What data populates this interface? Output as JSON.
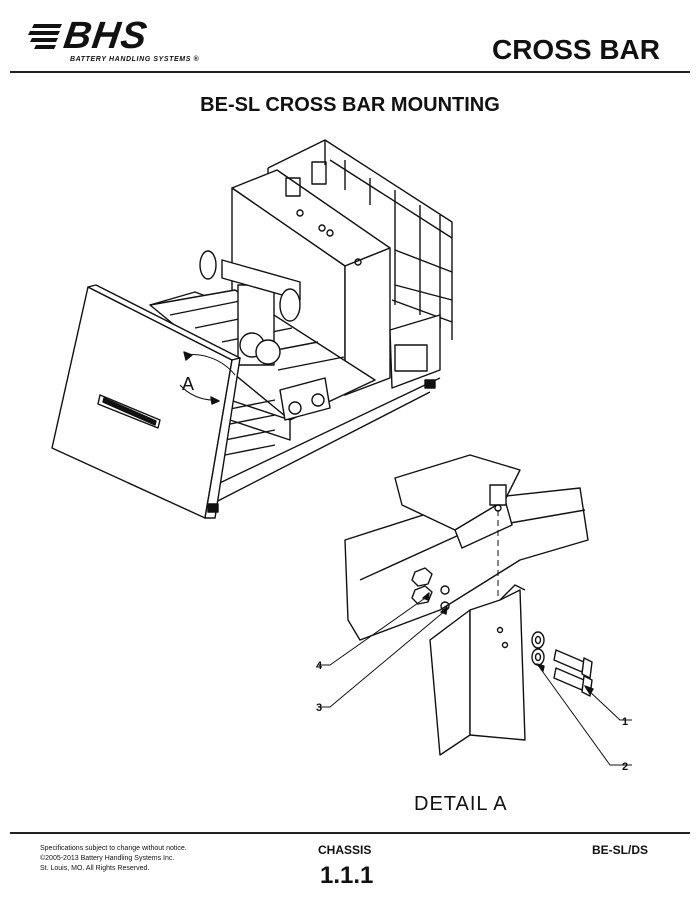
{
  "brand": {
    "wordmark": "BHS",
    "tagline": "BATTERY HANDLING SYSTEMS",
    "registered": "®"
  },
  "header": {
    "title": "CROSS BAR"
  },
  "main": {
    "title": "BE-SL CROSS BAR MOUNTING",
    "view_marker": "A",
    "detail_label": "DETAIL  A",
    "callouts": [
      "1",
      "2",
      "3",
      "4"
    ]
  },
  "footer": {
    "notes": [
      "Specifications subject to change without notice.",
      "©2005-2013 Battery Handling Systems Inc.",
      "St. Louis, MO.  All Rights Reserved."
    ],
    "section": "CHASSIS",
    "section_number": "1.1.1",
    "model": "BE-SL/DS"
  },
  "colors": {
    "ink": "#111111",
    "paper": "#ffffff"
  }
}
